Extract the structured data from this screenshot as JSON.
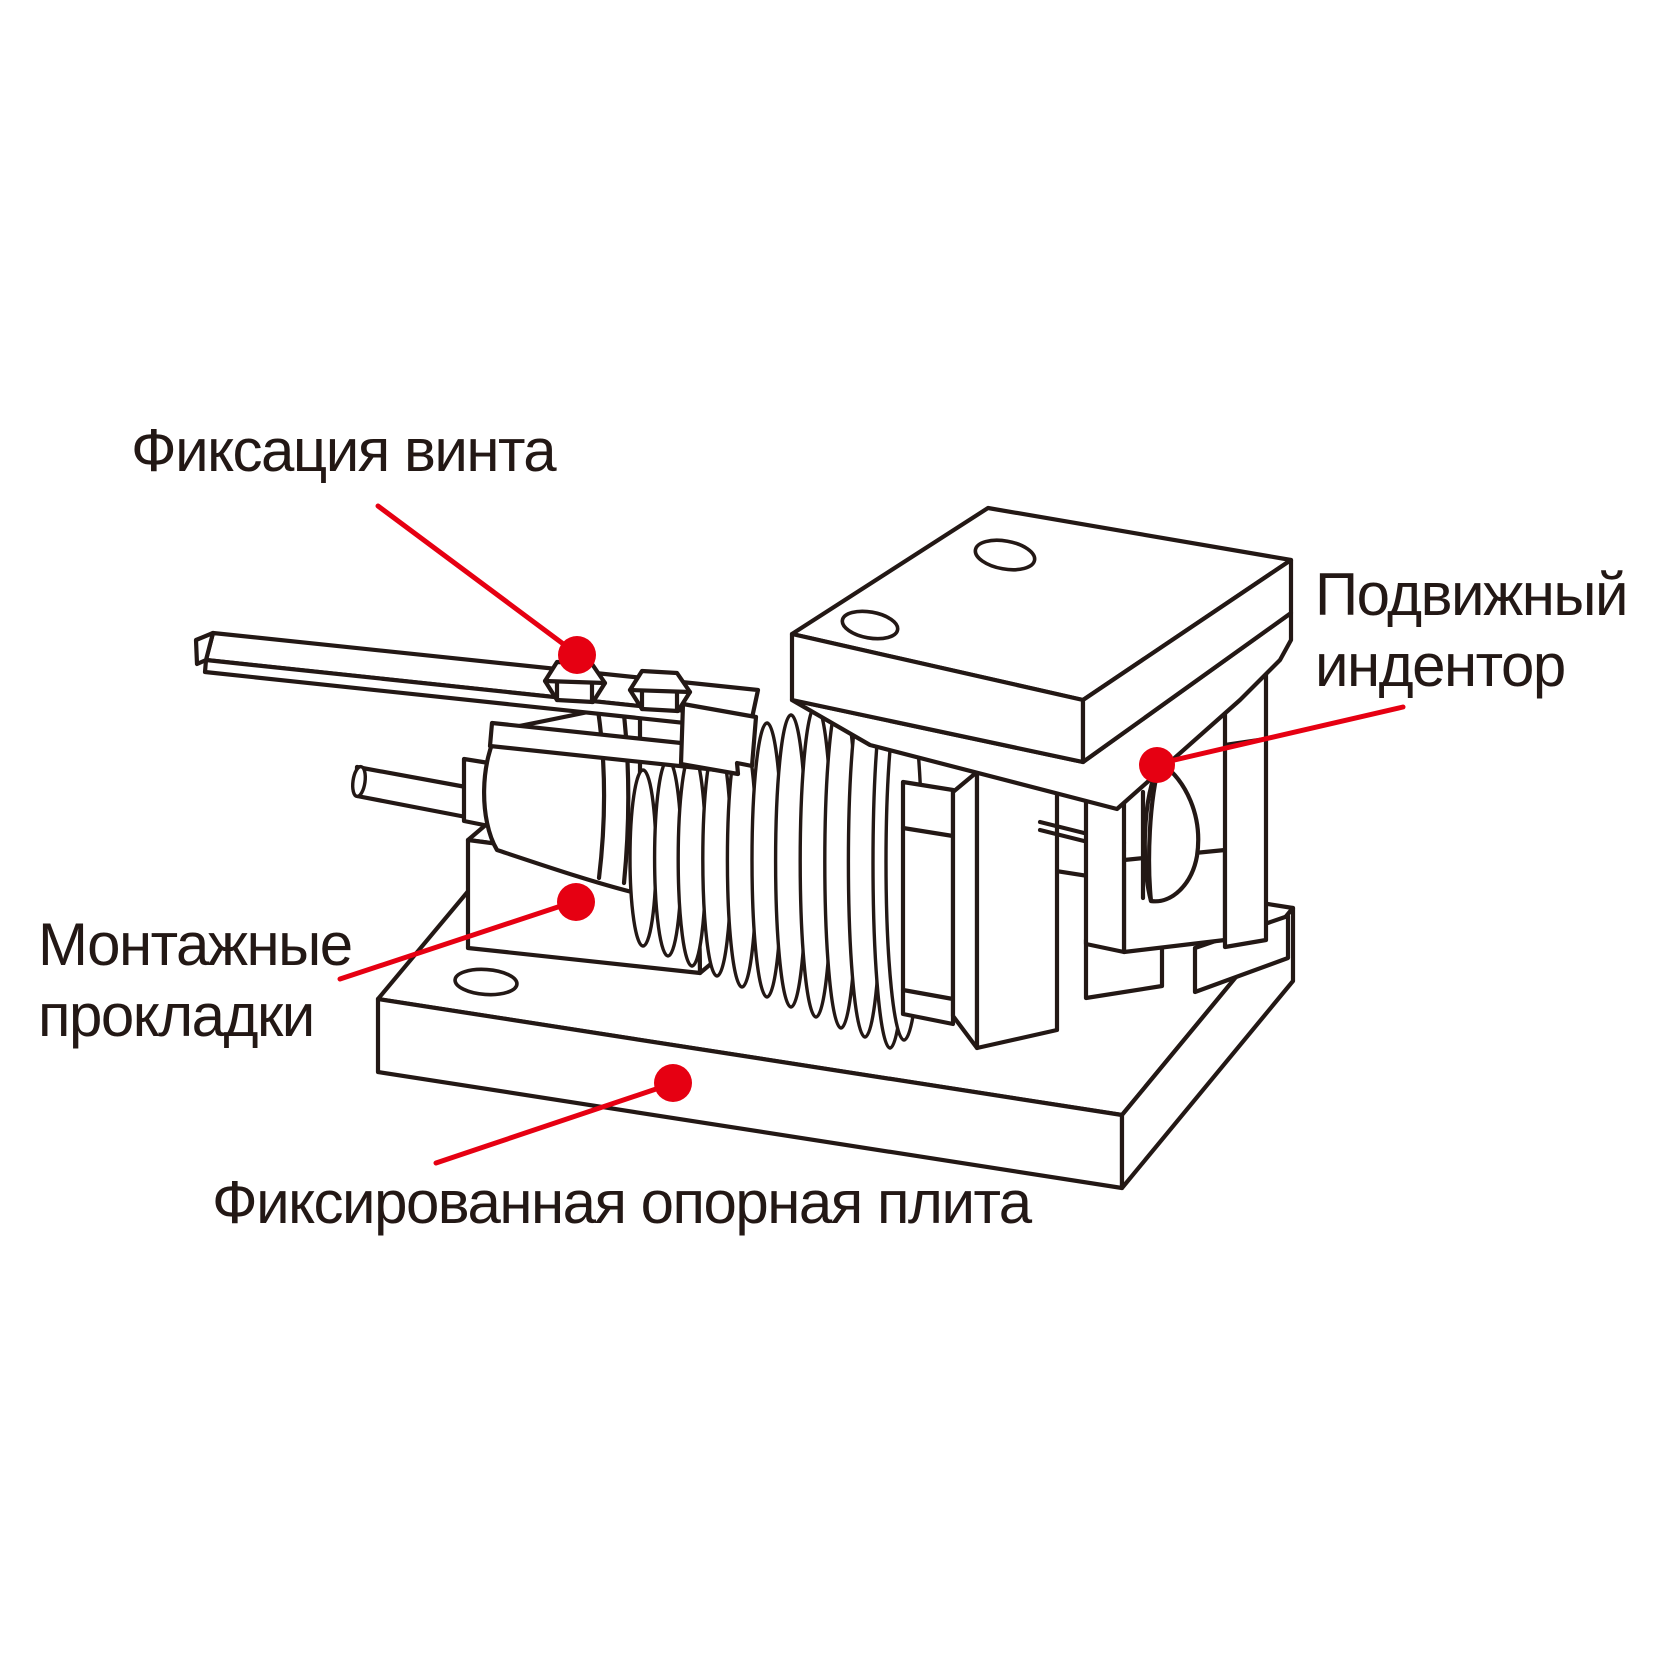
{
  "page": {
    "background": "#ffffff"
  },
  "palette": {
    "line_color": "#231815",
    "annotation_color": "#e60012"
  },
  "figure": {
    "type": "technical-diagram",
    "subject_parts": [
      "lever-arm",
      "hex-bolts",
      "connector-rod",
      "load-cell-body",
      "bellows-coil",
      "hex-column",
      "mounting-block",
      "base-plate",
      "top-plate",
      "indenter-lens"
    ],
    "callouts": [
      {
        "id": "screw-lock",
        "label_lines": [
          "Фиксация винта"
        ]
      },
      {
        "id": "movable-indenter",
        "label_lines": [
          "Подвижный",
          "индентор"
        ]
      },
      {
        "id": "mounting-spacers",
        "label_lines": [
          "Монтажные",
          "прокладки"
        ]
      },
      {
        "id": "fixed-base-plate",
        "label_lines": [
          "Фиксированная опорная плита"
        ]
      }
    ]
  }
}
